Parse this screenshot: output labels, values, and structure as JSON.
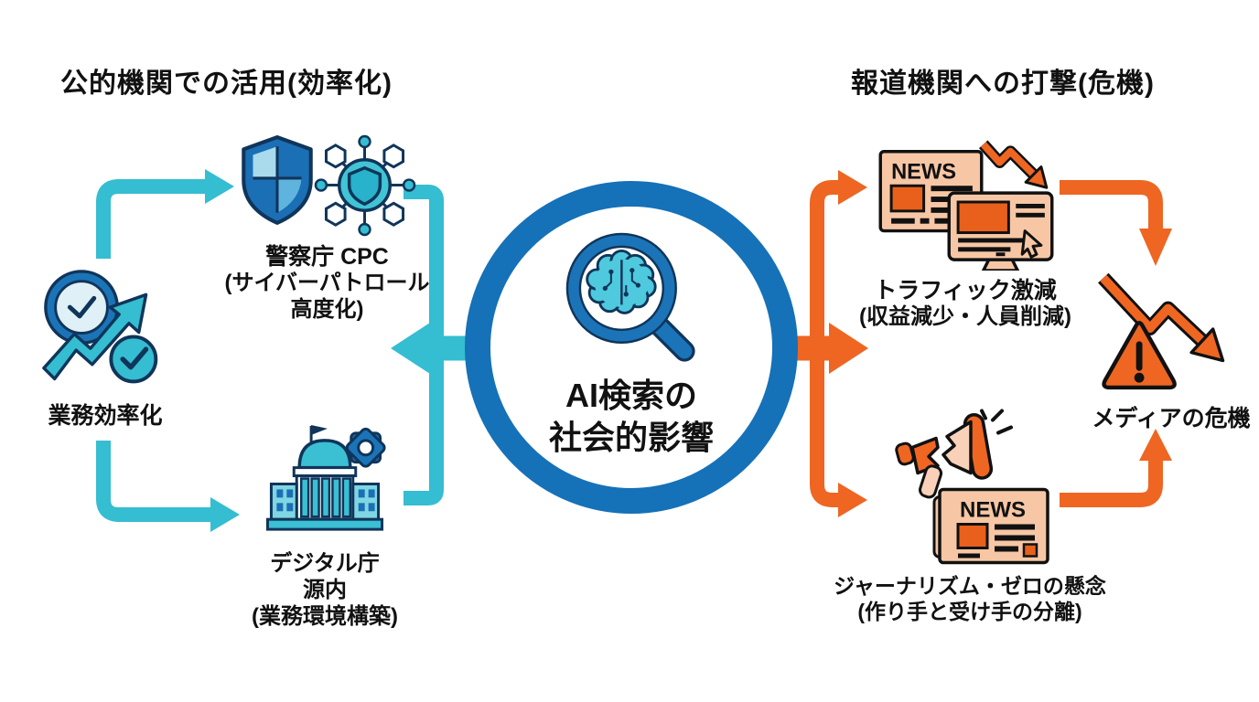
{
  "headers": {
    "left": "公的機関での活用(効率化)",
    "right": "報道機関への打撃(危機)"
  },
  "center": {
    "line1": "AI検索の",
    "line2": "社会的影響"
  },
  "left_branch": {
    "efficiency": {
      "label": "業務効率化"
    },
    "police": {
      "title": "警察庁 CPC",
      "sub1": "(サイバーパトロール",
      "sub2": "高度化)"
    },
    "digital": {
      "title": "デジタル庁",
      "sub1": "源内",
      "sub2": "(業務環境構築)"
    }
  },
  "right_branch": {
    "traffic": {
      "title": "トラフィック激減",
      "sub": "(収益減少・人員削減)"
    },
    "journalism": {
      "title": "ジャーナリズム・ゼロの懸念",
      "sub": "(作り手と受け手の分離)"
    },
    "media_crisis": {
      "label": "メディアの危機"
    },
    "news_label": "NEWS"
  },
  "colors": {
    "teal_arrow": "#35BDD1",
    "orange_arrow": "#EE6622",
    "ring_blue": "#1571B8",
    "icon_blue": "#1B74B8",
    "icon_dark": "#10355A",
    "peach": "#F7C7A5",
    "accent_orange": "#E8601C",
    "text": "#111111"
  }
}
